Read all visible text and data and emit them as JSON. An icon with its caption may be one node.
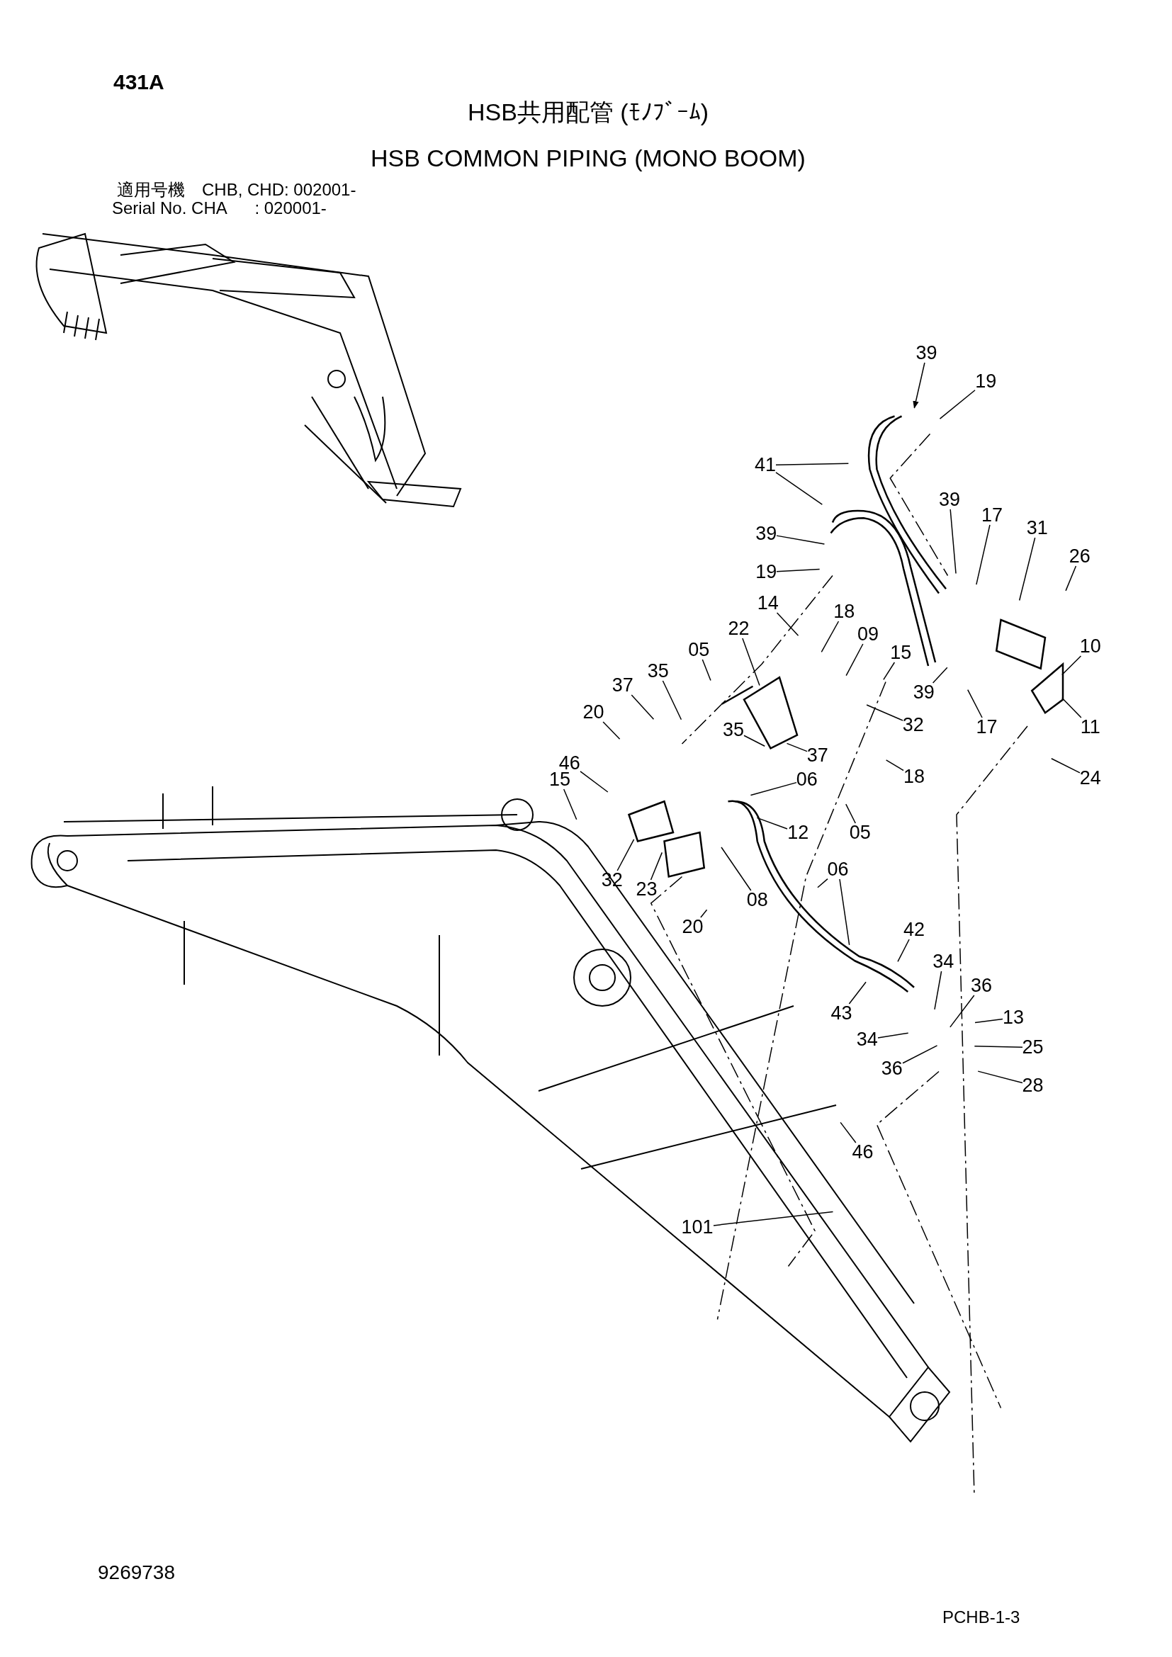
{
  "diagram": {
    "title": "HSB共用配管 (ﾓﾉﾌﾞｰﾑ)",
    "nodes": [
      {
        "text": [
          "39"
        ]
      },
      {
        "text": [
          "19"
        ]
      },
      {
        "text": [
          "41"
        ]
      },
      {
        "text": [
          "39"
        ]
      },
      {
        "text": [
          "17"
        ]
      },
      {
        "text": [
          "31"
        ]
      },
      {
        "text": [
          "39"
        ]
      },
      {
        "text": [
          "26"
        ]
      },
      {
        "text": [
          "19"
        ]
      },
      {
        "text": [
          "14"
        ]
      },
      {
        "text": [
          "18"
        ]
      },
      {
        "text": [
          "22"
        ]
      },
      {
        "text": [
          "09"
        ]
      },
      {
        "text": [
          "10"
        ]
      },
      {
        "text": [
          "05"
        ]
      },
      {
        "text": [
          "15"
        ]
      },
      {
        "text": [
          "37"
        ]
      },
      {
        "text": [
          "35"
        ]
      },
      {
        "text": [
          "39"
        ]
      },
      {
        "text": [
          "17"
        ]
      },
      {
        "text": [
          "35"
        ]
      },
      {
        "text": [
          "32"
        ]
      },
      {
        "text": [
          "11"
        ]
      },
      {
        "text": [
          "20"
        ]
      },
      {
        "text": [
          "37"
        ]
      },
      {
        "text": [
          "18"
        ]
      },
      {
        "text": [
          "24"
        ]
      },
      {
        "text": [
          "46"
        ]
      },
      {
        "text": [
          "06"
        ]
      },
      {
        "text": [
          "15"
        ]
      },
      {
        "text": [
          "12"
        ]
      },
      {
        "text": [
          "05"
        ]
      },
      {
        "text": [
          "32"
        ]
      },
      {
        "text": [
          "06"
        ]
      },
      {
        "text": [
          "23"
        ]
      },
      {
        "text": [
          "08"
        ]
      },
      {
        "text": [
          "20"
        ]
      },
      {
        "text": [
          "42"
        ]
      },
      {
        "text": [
          "34"
        ]
      },
      {
        "text": [
          "36"
        ]
      },
      {
        "text": [
          "13"
        ]
      },
      {
        "text": [
          "43"
        ]
      },
      {
        "text": [
          "34"
        ]
      },
      {
        "text": [
          "25"
        ]
      },
      {
        "text": [
          "36"
        ]
      },
      {
        "text": [
          "28"
        ]
      },
      {
        "text": [
          "46"
        ]
      },
      {
        "text": [
          "101"
        ]
      }
    ],
    "edges": [
      {
        "from": 0,
        "to": null,
        "arrow": "to"
      },
      {
        "from": 1,
        "to": null,
        "arrow": "none"
      },
      {
        "from": 2,
        "to": null,
        "arrow": "none"
      },
      {
        "from": 2,
        "to": null,
        "arrow": "none"
      },
      {
        "from": 3,
        "to": null,
        "arrow": "none"
      },
      {
        "from": 4,
        "to": null,
        "arrow": "none"
      },
      {
        "from": 5,
        "to": null,
        "arrow": "none"
      },
      {
        "from": 6,
        "to": null,
        "arrow": "none"
      },
      {
        "from": 7,
        "to": null,
        "arrow": "none"
      },
      {
        "from": 8,
        "to": null,
        "arrow": "none"
      },
      {
        "from": 9,
        "to": null,
        "arrow": "none"
      },
      {
        "from": 10,
        "to": null,
        "arrow": "none"
      },
      {
        "from": 11,
        "to": null,
        "arrow": "none"
      },
      {
        "from": 12,
        "to": null,
        "arrow": "none"
      },
      {
        "from": 13,
        "to": null,
        "arrow": "none"
      },
      {
        "from": 14,
        "to": null,
        "arrow": "none"
      },
      {
        "from": 15,
        "to": null,
        "arrow": "none"
      },
      {
        "from": 16,
        "to": null,
        "arrow": "none"
      },
      {
        "from": 17,
        "to": null,
        "arrow": "none"
      },
      {
        "from": 18,
        "to": null,
        "arrow": "none"
      },
      {
        "from": 19,
        "to": null,
        "arrow": "none"
      },
      {
        "from": 20,
        "to": null,
        "arrow": "none"
      },
      {
        "from": 21,
        "to": null,
        "arrow": "none"
      },
      {
        "from": 22,
        "to": null,
        "arrow": "none"
      },
      {
        "from": 23,
        "to": null,
        "arrow": "none"
      },
      {
        "from": 24,
        "to": null,
        "arrow": "none"
      },
      {
        "from": 25,
        "to": null,
        "arrow": "none"
      },
      {
        "from": 26,
        "to": null,
        "arrow": "none"
      },
      {
        "from": 27,
        "to": null,
        "arrow": "none"
      },
      {
        "from": 28,
        "to": null,
        "arrow": "none"
      },
      {
        "from": 29,
        "to": null,
        "arrow": "none"
      },
      {
        "from": 30,
        "to": null,
        "arrow": "none"
      },
      {
        "from": 31,
        "to": null,
        "arrow": "none"
      },
      {
        "from": 32,
        "to": null,
        "arrow": "none"
      },
      {
        "from": 33,
        "to": null,
        "arrow": "none"
      },
      {
        "from": 33,
        "to": null,
        "arrow": "none"
      },
      {
        "from": 34,
        "to": null,
        "arrow": "none"
      },
      {
        "from": 35,
        "to": null,
        "arrow": "none"
      },
      {
        "from": 36,
        "to": null,
        "arrow": "none"
      },
      {
        "from": 37,
        "to": null,
        "arrow": "none"
      },
      {
        "from": 38,
        "to": null,
        "arrow": "none"
      },
      {
        "from": 39,
        "to": null,
        "arrow": "none"
      },
      {
        "from": 40,
        "to": null,
        "arrow": "none"
      },
      {
        "from": 41,
        "to": null,
        "arrow": "none"
      },
      {
        "from": 42,
        "to": null,
        "arrow": "none"
      },
      {
        "from": 43,
        "to": null,
        "arrow": "none"
      },
      {
        "from": 44,
        "to": null,
        "arrow": "none"
      },
      {
        "from": 45,
        "to": null,
        "arrow": "none"
      },
      {
        "from": 46,
        "to": null,
        "arrow": "none"
      },
      {
        "from": 47,
        "to": null,
        "arrow": "none"
      }
    ],
    "labels": [
      "431A",
      "HSB COMMON PIPING (MONO BOOM)",
      "適用号機　CHB, CHD: 002001-",
      "Serial No. CHA      : 020001-",
      "9269738",
      "PCHB-1-3"
    ]
  }
}
